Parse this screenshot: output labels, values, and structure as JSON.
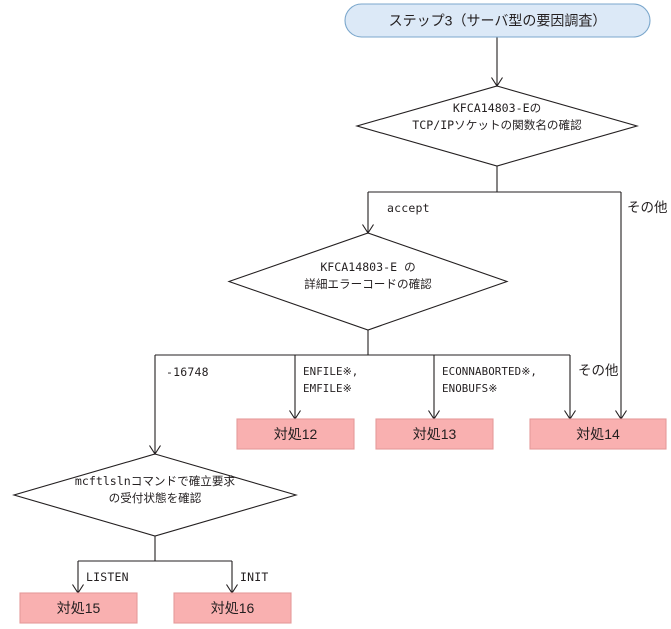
{
  "diagram": {
    "type": "flowchart",
    "title": "ステップ3（サーバ型の要因調査）",
    "colors": {
      "start_fill": "#dce9f7",
      "start_stroke": "#7ba7cc",
      "action_fill": "#f9b0b0",
      "action_stroke": "#e59a9a",
      "line": "#231f20",
      "text": "#231f20"
    },
    "nodes": {
      "start": {
        "shape": "rounded-rect",
        "label": "ステップ3（サーバ型の要因調査）"
      },
      "decision1": {
        "shape": "diamond",
        "line1": "KFCA14803-Eの",
        "line2": "TCP/IPソケットの関数名の確認"
      },
      "decision2": {
        "shape": "diamond",
        "line1": "KFCA14803-E の",
        "line2": "詳細エラーコードの確認"
      },
      "decision3": {
        "shape": "diamond",
        "line1": "mcftlslnコマンドで確立要求",
        "line2": "の受付状態を確認"
      },
      "action12": {
        "shape": "rect",
        "label": "対処12"
      },
      "action13": {
        "shape": "rect",
        "label": "対処13"
      },
      "action14": {
        "shape": "rect",
        "label": "対処14"
      },
      "action15": {
        "shape": "rect",
        "label": "対処15"
      },
      "action16": {
        "shape": "rect",
        "label": "対処16"
      }
    },
    "edge_labels": {
      "accept": "accept",
      "other_top": "その他",
      "code_16748": "-16748",
      "enfile_line1": "ENFILE※,",
      "enfile_line2": "EMFILE※",
      "econn_line1": "ECONNABORTED※,",
      "econn_line2": "ENOBUFS※",
      "other_mid": "その他",
      "listen": "LISTEN",
      "init": "INIT"
    }
  }
}
